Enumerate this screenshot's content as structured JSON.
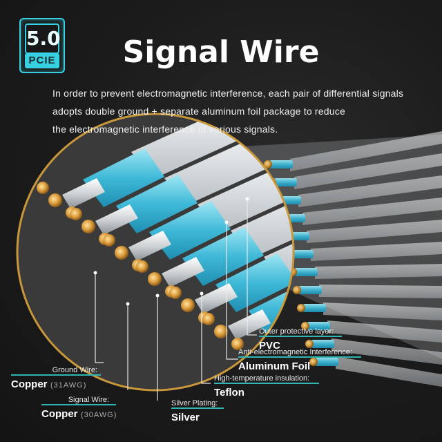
{
  "badge": {
    "version": "5.0",
    "label": "PCIE"
  },
  "title": "Signal Wire",
  "description": [
    "In order to prevent electromagnetic interference, each pair of differential signals",
    "adopts double ground + separate aluminum foil package to reduce",
    "the electromagnetic interference of various signals."
  ],
  "labels": {
    "outer": {
      "caption": "Outer protective layer:",
      "value": "PVC"
    },
    "anti": {
      "caption": "Anti-electromagnetic Interference:",
      "value": "Aluminum Foil"
    },
    "insulation": {
      "caption": "High-temperature insulation:",
      "value": "Teflon"
    },
    "plating": {
      "caption": "Silver Plating:",
      "value": "Silver"
    },
    "ground": {
      "caption": "Ground Wire:",
      "value": "Copper",
      "gauge": "(31AWG)"
    },
    "signal": {
      "caption": "Signal Wire:",
      "value": "Copper",
      "gauge": "(30AWG)"
    }
  },
  "colors": {
    "accent": "#36d0e0",
    "copper": "#d79a3e",
    "foil": "#4dbfdc",
    "pvc": "#e9ecef",
    "ring": "#c9983a"
  }
}
